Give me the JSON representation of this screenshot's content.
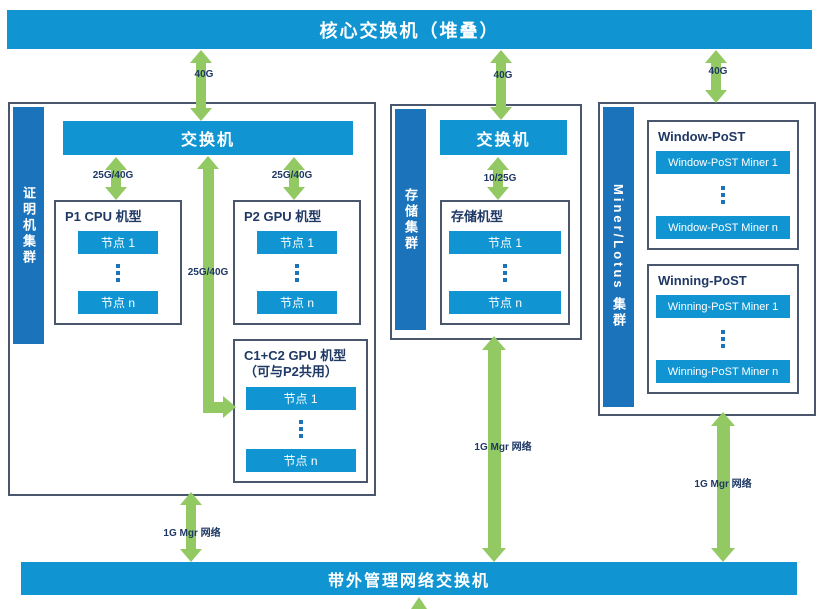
{
  "colors": {
    "bar_blue": "#1095d2",
    "sidebar_blue": "#1b74bb",
    "arrow_green": "#92c962",
    "label_navy": "#1f3864",
    "box_border": "#49566b"
  },
  "core_switch": {
    "label": "核心交换机（堆叠）"
  },
  "oob_switch": {
    "label": "带外管理网络交换机"
  },
  "links": {
    "core_proof": "40G",
    "core_storage": "40G",
    "core_miner": "40G",
    "proof_p1": "25G/40G",
    "proof_p2": "25G/40G",
    "proof_c1c2": "25G/40G",
    "storage_nodes": "10/25G",
    "mgr_proof": "1G Mgr 网络",
    "mgr_storage": "1G Mgr 网络",
    "mgr_miner": "1G Mgr 网络"
  },
  "clusters": {
    "proof": {
      "name": "证明机集群",
      "switch_label": "交换机",
      "p1": {
        "title": "P1 CPU 机型",
        "node1": "节点 1",
        "noden": "节点 n"
      },
      "p2": {
        "title": "P2 GPU 机型",
        "node1": "节点 1",
        "noden": "节点 n"
      },
      "c1c2": {
        "title_line1": "C1+C2 GPU 机型",
        "title_line2": "（可与P2共用）",
        "node1": "节点 1",
        "noden": "节点 n"
      }
    },
    "storage": {
      "name": "存储集群",
      "switch_label": "交换机",
      "nodes": {
        "title": "存储机型",
        "node1": "节点 1",
        "noden": "节点 n"
      }
    },
    "miner": {
      "name": "Miner/Lotus 集群",
      "window": {
        "title": "Window-PoST",
        "node1": "Window-PoST Miner 1",
        "noden": "Window-PoST Miner n"
      },
      "winning": {
        "title": "Winning-PoST",
        "node1": "Winning-PoST Miner 1",
        "noden": "Winning-PoST Miner n"
      }
    }
  }
}
